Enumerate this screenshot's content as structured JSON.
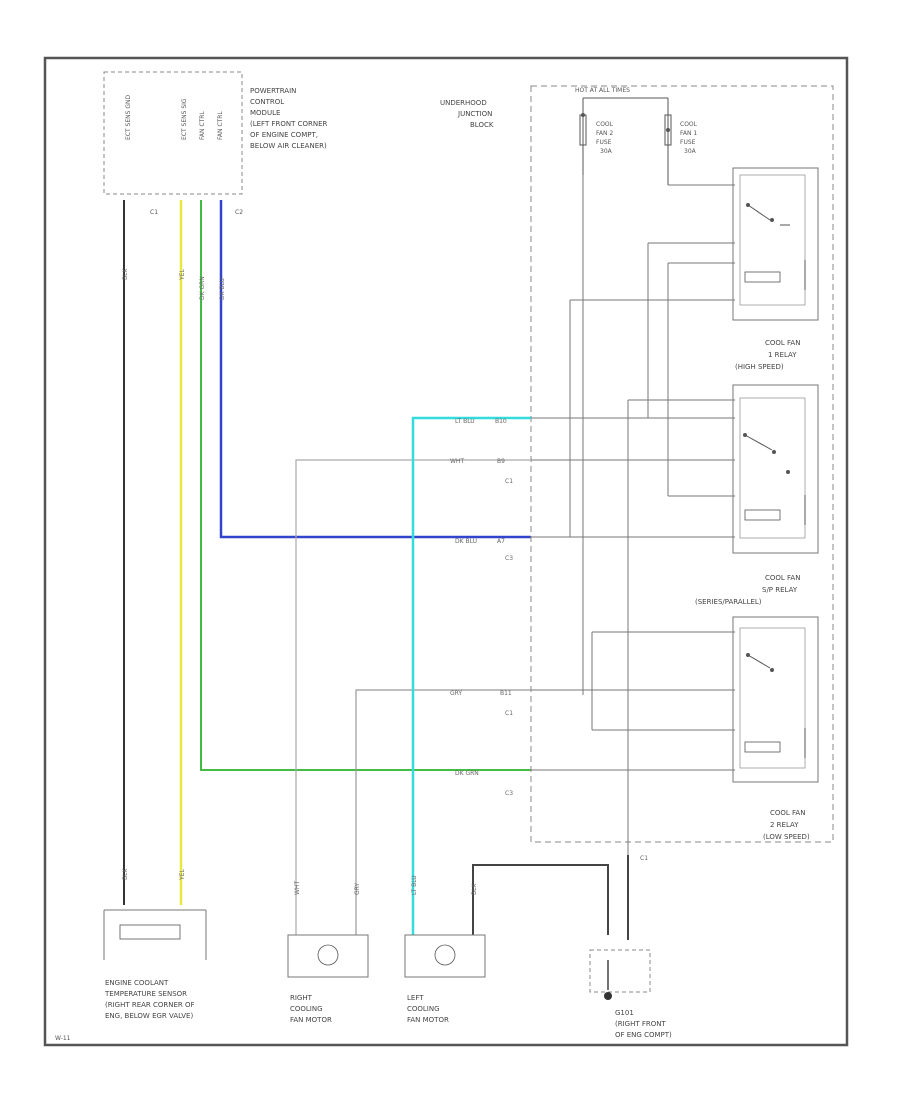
{
  "diagram": {
    "pcm": {
      "title_lines": [
        "POWERTRAIN",
        "CONTROL",
        "MODULE",
        "(LEFT FRONT CORNER",
        "OF ENGINE COMPT,",
        "BELOW AIR CLEANER)"
      ],
      "pins": [
        "ECT SENS GND",
        "ECT SENS SIG",
        "FAN CTRL",
        "FAN CTRL"
      ],
      "connector_labels": [
        "C1",
        "C2"
      ]
    },
    "ujb": {
      "title_lines": [
        "UNDERHOOD",
        "JUNCTION",
        "BLOCK"
      ],
      "hot_label": "HOT AT ALL TIMES",
      "fuse1_lines": [
        "COOL",
        "FAN 2",
        "FUSE",
        "30A"
      ],
      "fuse2_lines": [
        "COOL",
        "FAN 1",
        "FUSE",
        "30A"
      ]
    },
    "relays": {
      "fan1": {
        "lines": [
          "COOL FAN",
          "1 RELAY",
          "(HIGH SPEED)"
        ]
      },
      "sp": {
        "lines": [
          "COOL FAN",
          "S/P RELAY",
          "(SERIES/PARALLEL)"
        ]
      },
      "fan2": {
        "lines": [
          "COOL FAN",
          "2 RELAY",
          "(LOW SPEED)"
        ]
      }
    },
    "wires": {
      "lt_blu": "LT BLU",
      "wht": "WHT",
      "dk_blu": "DK BLU",
      "gry": "GRY",
      "dk_grn": "DK GRN",
      "blk": "BLK",
      "yel": "YEL"
    },
    "pins": {
      "b10": "B10",
      "b9": "B9",
      "a7": "A7",
      "b11": "B11",
      "c1": "C1",
      "c2": "C2",
      "c3": "C3"
    },
    "ect_sensor": {
      "lines": [
        "ENGINE COOLANT",
        "TEMPERATURE SENSOR",
        "(RIGHT REAR CORNER OF",
        "ENG, BELOW EGR VALVE)"
      ]
    },
    "right_motor": {
      "lines": [
        "RIGHT",
        "COOLING",
        "FAN MOTOR"
      ]
    },
    "left_motor": {
      "lines": [
        "LEFT",
        "COOLING",
        "FAN MOTOR"
      ]
    },
    "ground": {
      "lines": [
        "G101",
        "(RIGHT FRONT",
        "OF ENG COMPT)"
      ]
    },
    "corner_code": "W-11"
  }
}
